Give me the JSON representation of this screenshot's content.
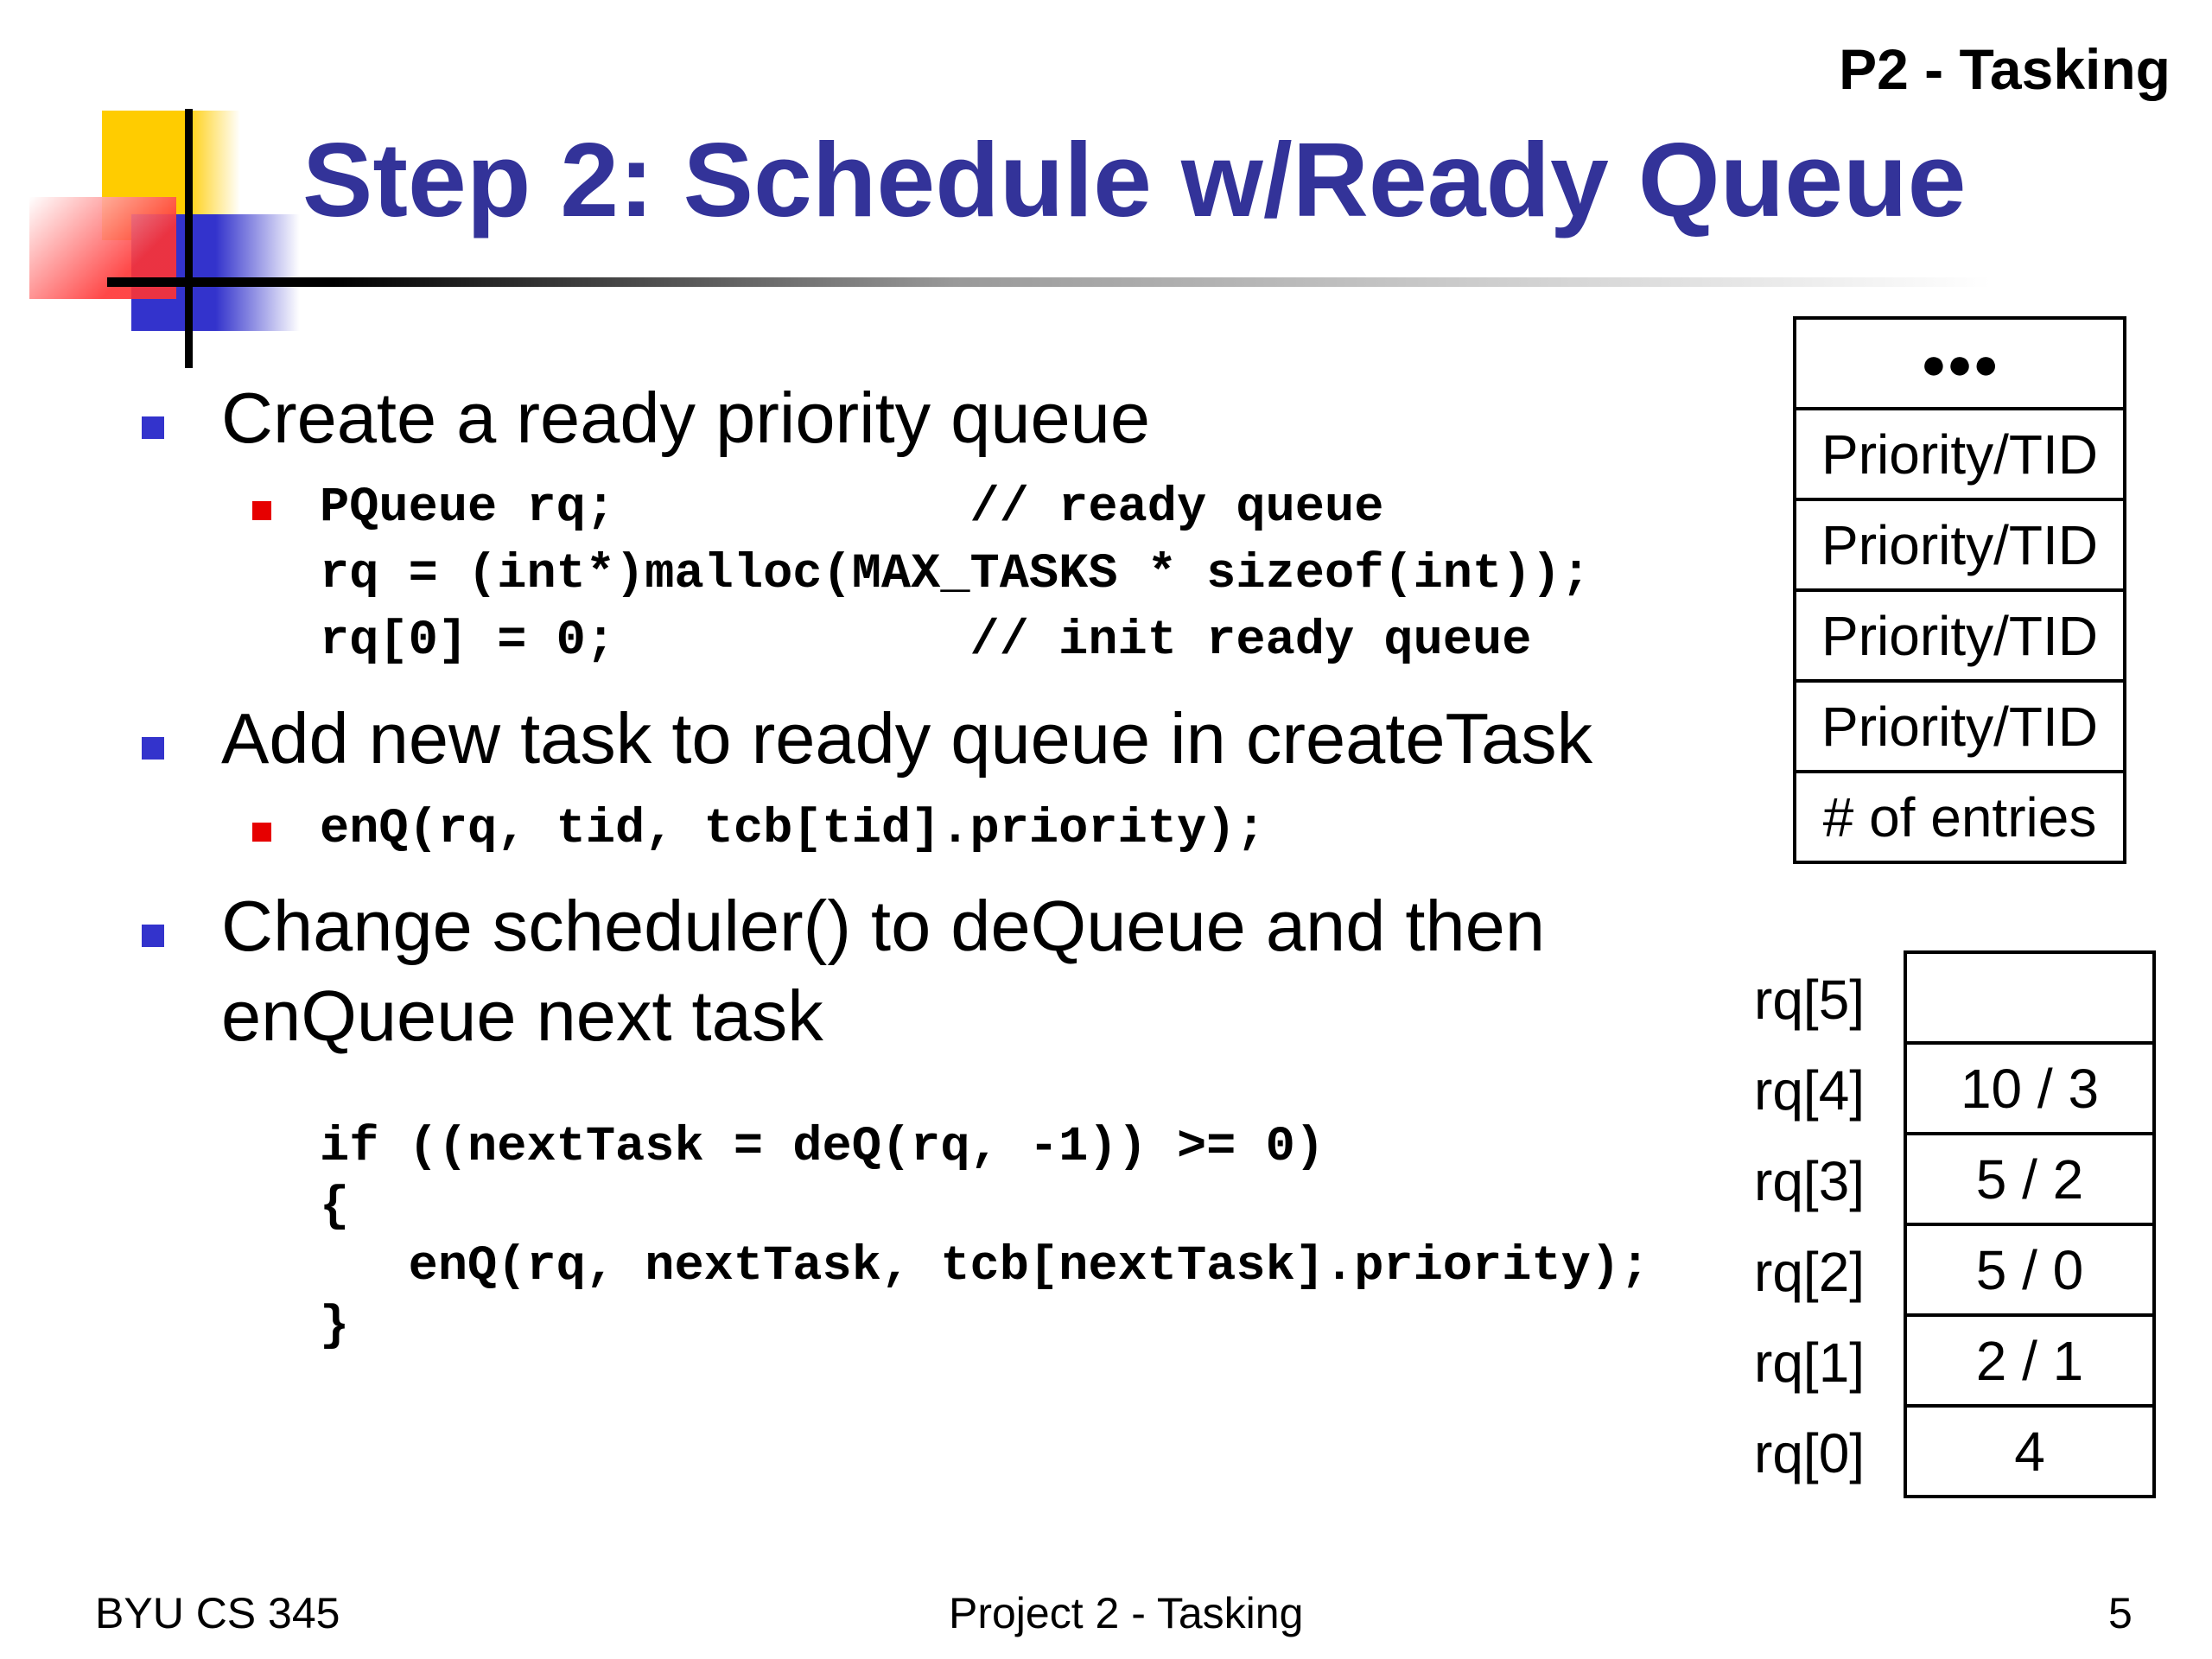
{
  "header": {
    "tag": "P2 - Tasking"
  },
  "slide": {
    "title": "Step 2: Schedule w/Ready Queue"
  },
  "bullets": [
    {
      "text": "Create a ready priority queue"
    },
    {
      "text": "Add new task to ready queue in createTask"
    },
    {
      "text_line1": "Change scheduler() to deQueue and then",
      "text_line2": "enQueue next task"
    }
  ],
  "code": {
    "queue_lines": [
      "PQueue rq;            // ready queue",
      "rq = (int*)malloc(MAX_TASKS * sizeof(int));",
      "rq[0] = 0;            // init ready queue"
    ],
    "enq_line": "enQ(rq, tid, tcb[tid].priority);",
    "scheduler_lines": [
      "if ((nextTask = deQ(rq, -1)) >= 0)",
      "{",
      "   enQ(rq, nextTask, tcb[nextTask].priority);",
      "}"
    ]
  },
  "tcb_table": {
    "rows": [
      "●●●",
      "Priority/TID",
      "Priority/TID",
      "Priority/TID",
      "Priority/TID",
      "# of entries"
    ]
  },
  "rq_table": {
    "labels": [
      "rq[5]",
      "rq[4]",
      "rq[3]",
      "rq[2]",
      "rq[1]",
      "rq[0]"
    ],
    "values": [
      "",
      "10 / 3",
      "5 / 2",
      "5 / 0",
      "2 / 1",
      "4"
    ]
  },
  "footer": {
    "left": "BYU CS 345",
    "center": "Project 2 - Tasking",
    "right": "5"
  },
  "colors": {
    "title": "#333399",
    "bullet_primary": "#3333cc",
    "bullet_secondary": "#e60000",
    "logo_yellow": "#ffcc00",
    "logo_red": "#ff3333"
  }
}
